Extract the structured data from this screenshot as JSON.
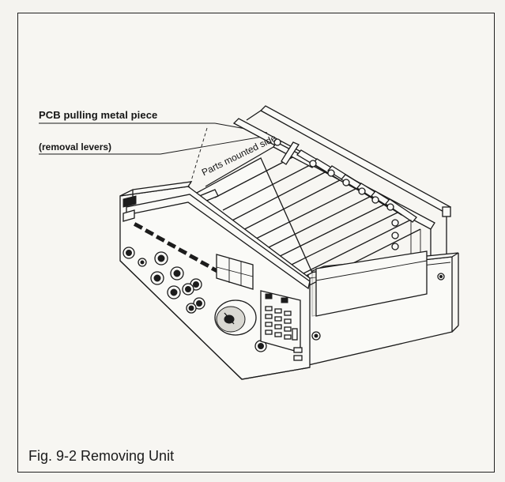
{
  "figure": {
    "caption": "Fig. 9-2   Removing Unit",
    "callouts": {
      "pcb_pulling": "PCB pulling metal piece",
      "removal_levers": "(removal levers)",
      "parts_mounted": "Parts mounted side"
    }
  }
}
